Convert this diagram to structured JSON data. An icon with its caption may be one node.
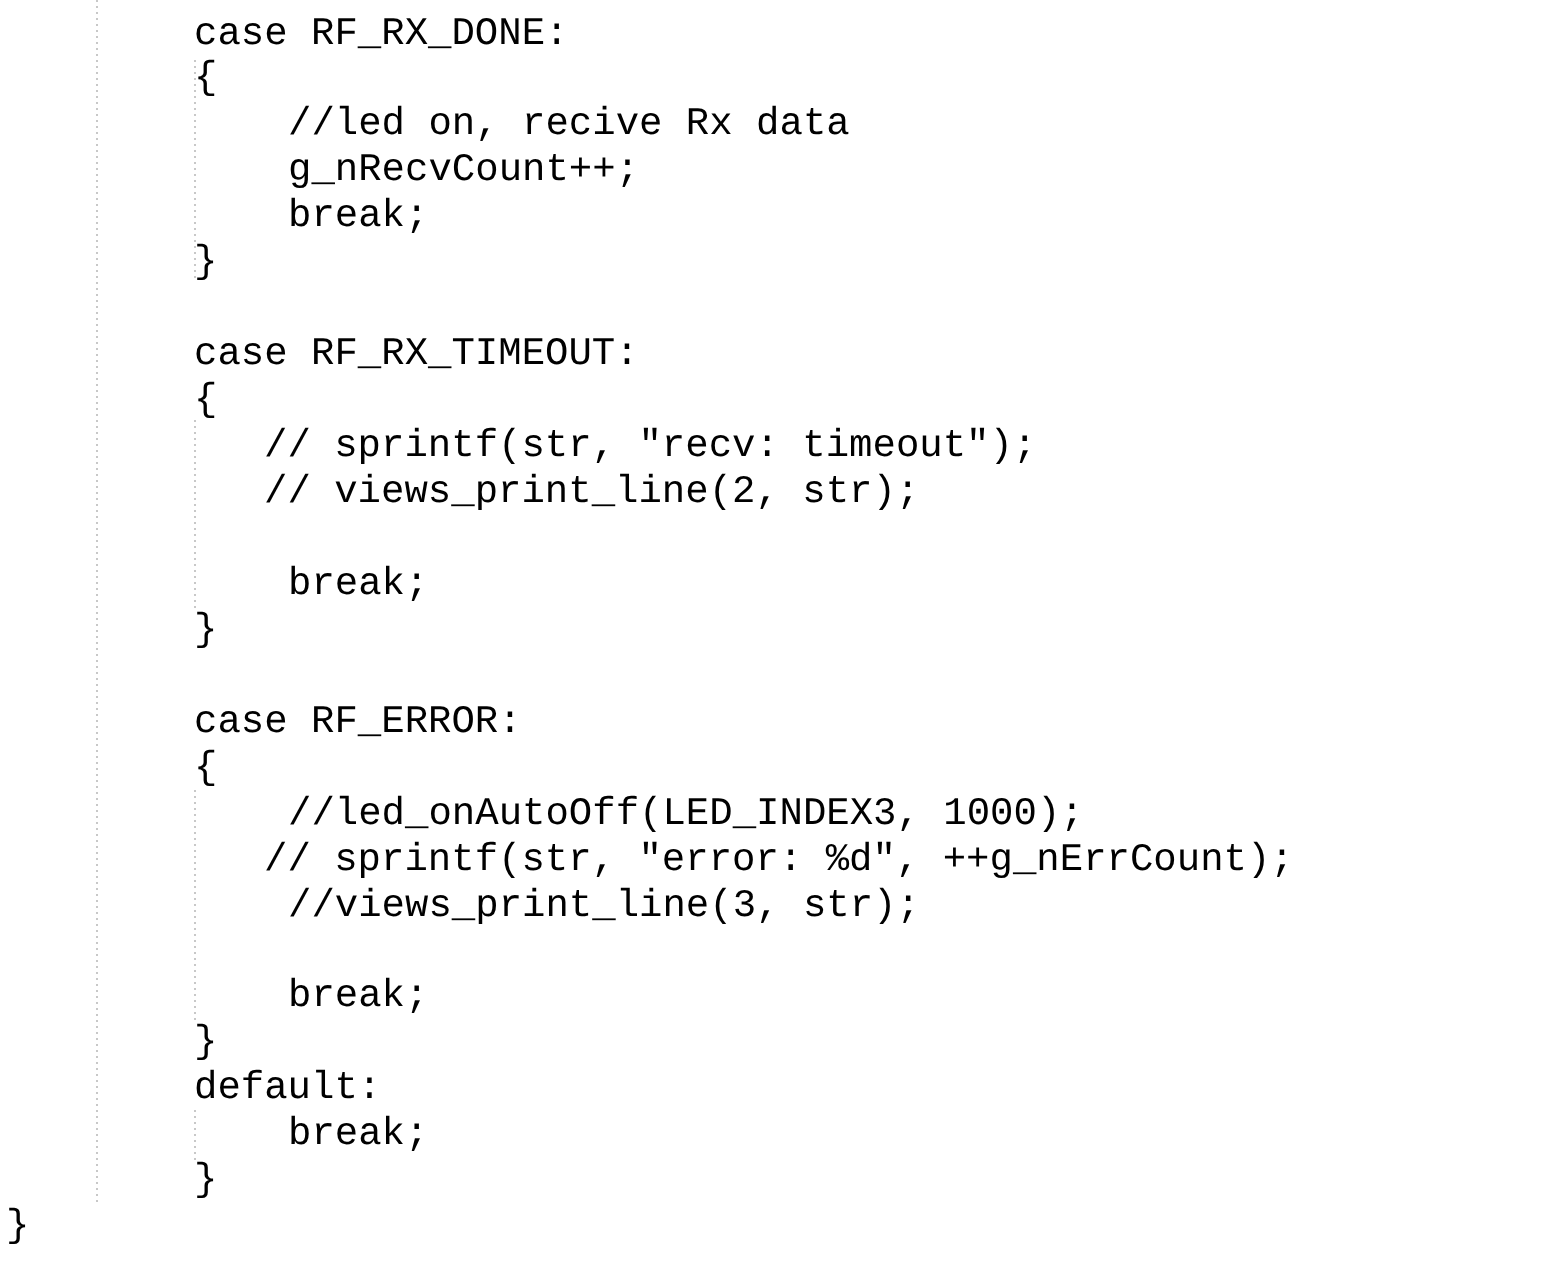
{
  "diagram": {
    "labels": [
      "case RF_RX_DONE:",
      "{",
      "//led on, recive Rx data",
      "g_nRecvCount++;",
      "break;",
      "}",
      "case RF_RX_TIMEOUT:",
      "{",
      "// sprintf(str, \"recv: timeout\");",
      "// views_print_line(2, str);",
      "break;",
      "}",
      "case RF_ERROR:",
      "{",
      "//led_onAutoOff(LED_INDEX3, 1000);",
      "// sprintf(str, \"error: %d\", ++g_nErrCount);",
      "//views_print_line(3, str);",
      "break;",
      "}",
      "default:",
      "break;",
      "}",
      "}"
    ]
  }
}
